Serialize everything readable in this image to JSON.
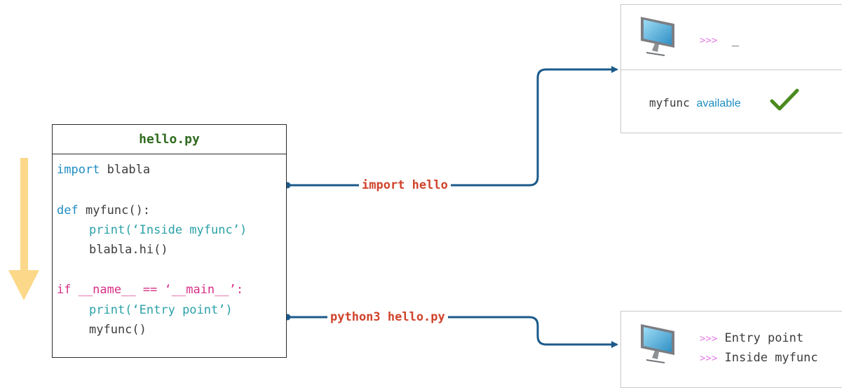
{
  "code_card": {
    "title": "hello.py",
    "lines": {
      "l1_kw": "import",
      "l1_rest": " blabla",
      "l2_kw": "def",
      "l2_rest": " myfunc():",
      "l3_kw": "print",
      "l3_str": "(‘Inside myfunc’)",
      "l4": "blabla.hi()",
      "l5": "if __name__ == ‘__main__’:",
      "l6_kw": "print",
      "l6_str": "(‘Entry point’)",
      "l7": "myfunc()"
    }
  },
  "connectors": {
    "import_label": "import hello",
    "run_label": "python3 hello.py"
  },
  "terminal_top": {
    "prompt": ">>>",
    "cursor": "_",
    "status_name": "myfunc",
    "status_word": "available"
  },
  "terminal_bottom": {
    "prompt1": ">>>",
    "line1": "Entry point",
    "prompt2": ">>>",
    "line2": "Inside myfunc"
  },
  "colors": {
    "connector": "#1c5a8a",
    "arrow": "#fbd88a",
    "check": "#4a8a1e",
    "label": "#d0432c"
  },
  "icons": {
    "flow": "down-arrow-icon",
    "terminal": "monitor-icon",
    "status": "checkmark-icon"
  }
}
